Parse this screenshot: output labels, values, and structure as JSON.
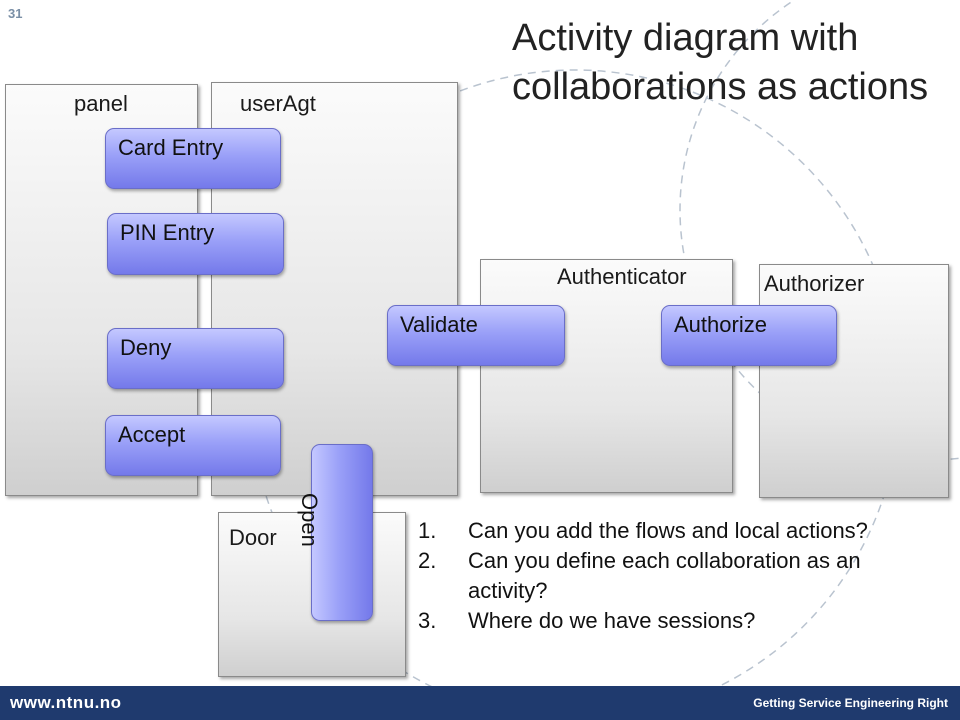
{
  "slide": {
    "number": "31",
    "title": "Activity diagram with collaborations as actions"
  },
  "lanes": {
    "panel": "panel",
    "userAgt": "userAgt",
    "authenticator": "Authenticator",
    "authorizer": "Authorizer",
    "door": "Door"
  },
  "actions": {
    "card_entry": "Card Entry",
    "pin_entry": "PIN Entry",
    "deny": "Deny",
    "accept": "Accept",
    "validate": "Validate",
    "authorize": "Authorize",
    "open": "Open"
  },
  "questions": [
    {
      "num": "1.",
      "text": "Can you add the flows and local actions?"
    },
    {
      "num": "2.",
      "text": "Can you define each collaboration as an activity?"
    },
    {
      "num": "3.",
      "text": "Where do we have sessions?"
    }
  ],
  "footer": {
    "url": "www.ntnu.no",
    "tagline": "Getting Service Engineering Right"
  },
  "colors": {
    "footer": "#1f3a6e",
    "action": "#9aa0f8",
    "lane": "#e6e6e6"
  }
}
